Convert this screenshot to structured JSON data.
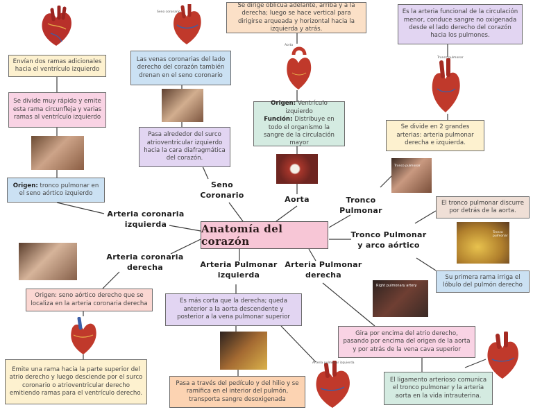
{
  "title": "Anatomía del corazón",
  "branches": {
    "seno": "Seno\nCoronario",
    "aorta": "Aorta",
    "tronco": "Tronco\nPulmonar",
    "tronco_arco": "Tronco Pulmonar\ny arco aórtico",
    "izq": "Arteria coronaria\nizquierda",
    "der": "Arteria coronaria\nderecha",
    "pulm_izq": "Arteria Pulmonar\nizquierda",
    "pulm_der": "Arteria Pulmonar\nderecha"
  },
  "boxes": {
    "izq_ramas": "Envían dos ramas adicionales hacia el ventrículo izquierdo",
    "izq_divide": "Se divide muy rápido y emite esta rama circunfleja y varias ramas al ventrículo izquierdo",
    "izq_origen_label": "Origen:",
    "izq_origen_text": "tronco pulmonar en el seno aórtico izquierdo",
    "seno_venas": "Las venas coronarias del lado derecho del corazón también drenan en el seno coronario",
    "seno_pasa": "Pasa alrededor del surco atrioventricular izquierdo hacia la cara diafragmática del corazón.",
    "aorta_dirige": "Se dirige oblicua adelante, arriba y a la derecha; luego se hace vertical para dirigirse arqueada y horizontal hacia la izquierda y atrás.",
    "aorta_origen_label": "Origen:",
    "aorta_origen_text": "Ventrículo izquierdo",
    "aorta_funcion_label": "Función:",
    "aorta_funcion_text": "Distribuye en todo el organismo la sangre de la circulación mayor",
    "tronco_arteria": "Es la arteria funcional de la circulación menor, conduce sangre no oxigenada desde el lado derecho del corazón hacia los pulmones.",
    "tronco_divide": "Se divide en 2 grandes arterias: arteria pulmonar derecha e izquierda.",
    "arco_discurre": "El tronco pulmonar discurre por detrás de la aorta.",
    "arco_primera": "Su primera rama irriga el lóbulo del pulmón derecho",
    "der_origen": "Origen: seno aórtico derecho que se localiza en la arteria coronaria derecha",
    "der_emite": "Emite una rama hacia la parte superior del atrio derecho y luego desciende por el surco coronario o atrioventricular derecho emitiendo ramas para el ventrículo derecho.",
    "pi_corta": "Es más corta que la derecha; queda anterior a la aorta descendente y posterior a la vena pulmonar superior",
    "pi_pasa": "Pasa a través del pedículo y del hilio y se ramifica en el interior del pulmón, transporta sangre desoxigenada",
    "pd_gira": "Gira por encima del atrio derecho, pasando por encima del origen de la aorta y por atrás de la vena cava superior",
    "pd_ligamento": "El ligamento arterioso comunica el tronco pulmonar y la arteria aorta en la vida intrauterina."
  },
  "image_labels": {
    "seno_top": "Seno coronario",
    "aorta_top": "Aorta",
    "tronco_top": "Tronco pulmonar",
    "tronco_photo": "Tronco pulmonar",
    "arco_photo": "Tronco pulmonar",
    "pd_photo": "Right pulmonary artery",
    "pi_photo": "Arteria pulmonar izquierda"
  },
  "colors": {
    "heart_red": "#c0392b",
    "title_bg": "#f7c6d6",
    "line": "#3a3a3a"
  }
}
